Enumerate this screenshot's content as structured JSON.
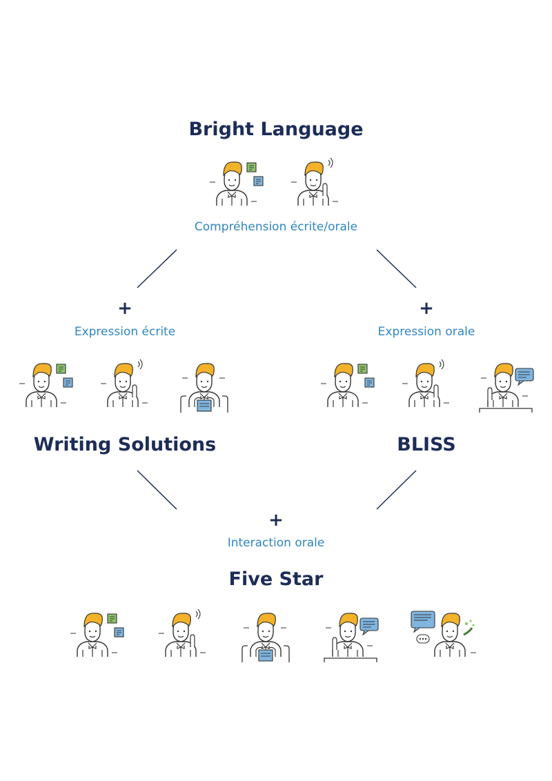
{
  "nodes": {
    "bright": {
      "title": "Bright Language",
      "skill": "Compréhension écrite/orale",
      "icons": [
        "reading-person-icon",
        "listening-person-icon"
      ]
    },
    "writing": {
      "title": "Writing Solutions",
      "plus": "+",
      "skill": "Expression écrite",
      "icons": [
        "reading-person-icon",
        "listening-person-icon",
        "writing-person-icon"
      ]
    },
    "bliss": {
      "title": "BLISS",
      "plus": "+",
      "skill": "Expression orale",
      "icons": [
        "reading-person-icon",
        "listening-person-icon",
        "speaking-person-icon"
      ]
    },
    "five": {
      "title": "Five Star",
      "plus": "+",
      "skill": "Interaction orale",
      "icons": [
        "reading-person-icon",
        "listening-person-icon",
        "writing-person-icon",
        "speaking-person-icon",
        "phone-conversation-person-icon"
      ]
    }
  },
  "colors": {
    "title": "#1c2d57",
    "subtitle": "#2f86c0",
    "hair": "#f3b229",
    "green_note": "#8cc269",
    "blue_note": "#7fb5df",
    "line": "#1c2d57"
  }
}
